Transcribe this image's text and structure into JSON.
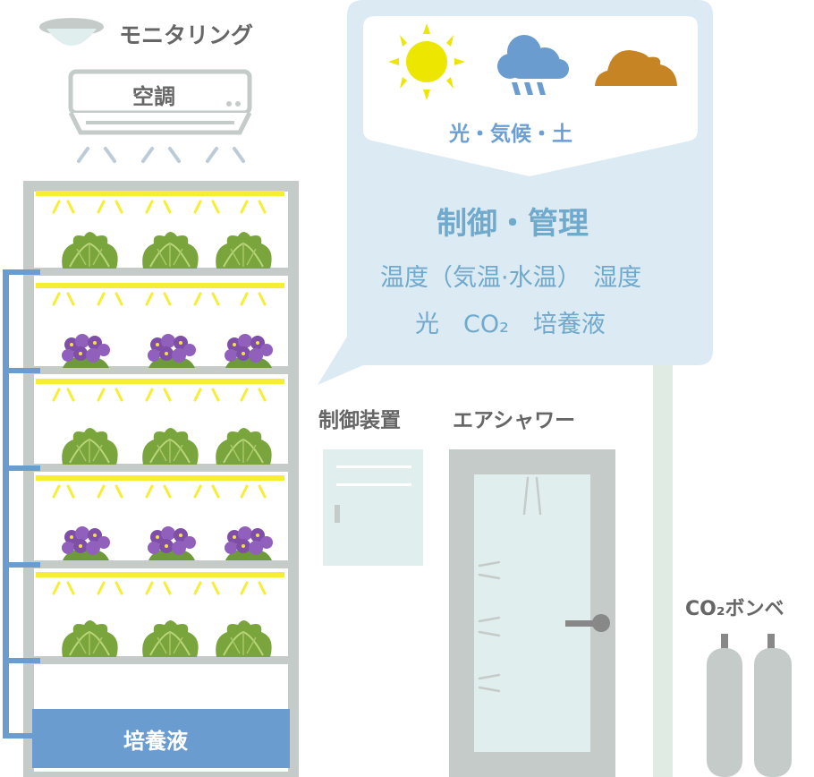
{
  "labels": {
    "monitoring": "モニタリング",
    "air_conditioner": "空調",
    "nutrient_tank": "培養液",
    "controller": "制御装置",
    "air_shower": "エアシャワー",
    "co2_cylinder": "CO₂ボンベ"
  },
  "bubble": {
    "nature": "光・気候・土",
    "title": "制御・管理",
    "line1": "温度（気温·水温）　湿度",
    "line2": "光　CO₂　培養液"
  },
  "colors": {
    "frame": "#c5cbc8",
    "pipe": "#6a9ccf",
    "light": "#f5ee33",
    "bubble": "#dceaf3",
    "text_blue": "#6fa9cc"
  }
}
